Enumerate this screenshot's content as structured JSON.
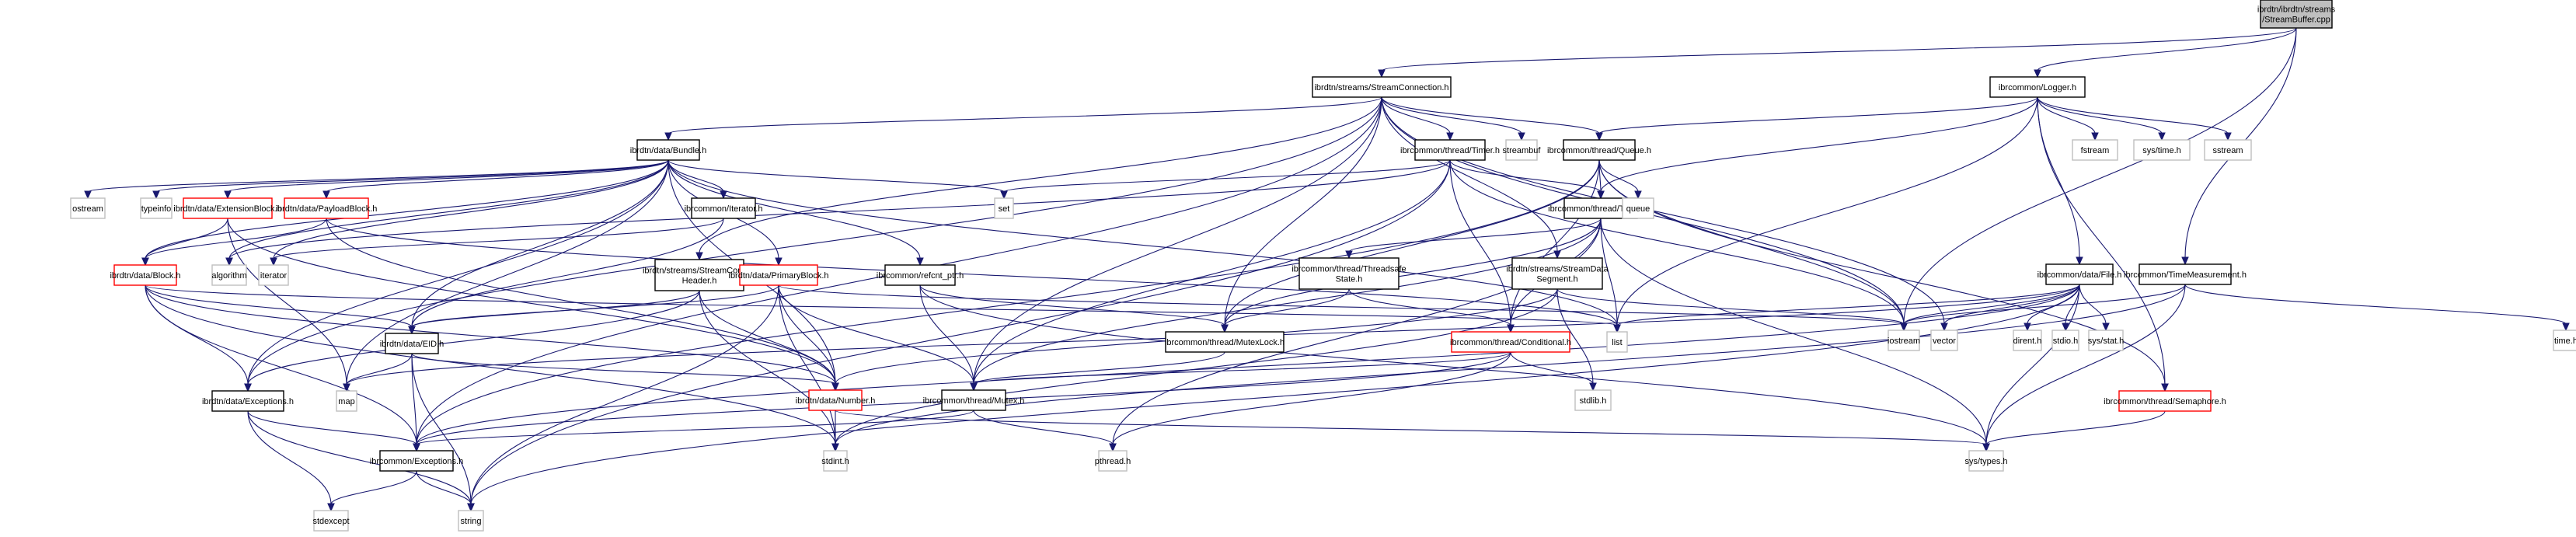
{
  "title": "Include dependency graph for StreamBuffer.cpp",
  "colors": {
    "edge": "#191970",
    "root_fill": "#bfbfbf",
    "documented_border": "#000000",
    "undocumented_border": "#ff0000",
    "external_border": "#bfbfbf"
  },
  "nodes": [
    {
      "id": "root",
      "kind": "root",
      "lines": [
        "ibrdtn/ibrdtn/streams",
        "/StreamBuffer.cpp"
      ]
    },
    {
      "id": "streamconnection",
      "kind": "doc",
      "lines": [
        "ibrdtn/streams/StreamConnection.h"
      ]
    },
    {
      "id": "logger",
      "kind": "doc",
      "lines": [
        "ibrcommon/Logger.h"
      ]
    },
    {
      "id": "bundle",
      "kind": "doc",
      "lines": [
        "ibrdtn/data/Bundle.h"
      ]
    },
    {
      "id": "timer",
      "kind": "doc",
      "lines": [
        "ibrcommon/thread/Timer.h"
      ]
    },
    {
      "id": "streambuf",
      "kind": "ext",
      "lines": [
        "streambuf"
      ]
    },
    {
      "id": "queue_h",
      "kind": "doc",
      "lines": [
        "ibrcommon/thread/Queue.h"
      ]
    },
    {
      "id": "fstream",
      "kind": "ext",
      "lines": [
        "fstream"
      ]
    },
    {
      "id": "systime",
      "kind": "ext",
      "lines": [
        "sys/time.h"
      ]
    },
    {
      "id": "sstream",
      "kind": "ext",
      "lines": [
        "sstream"
      ]
    },
    {
      "id": "ostream",
      "kind": "ext",
      "lines": [
        "ostream"
      ]
    },
    {
      "id": "typeinfo",
      "kind": "ext",
      "lines": [
        "typeinfo"
      ]
    },
    {
      "id": "extensionblock",
      "kind": "undoc",
      "lines": [
        "ibrdtn/data/ExtensionBlock.h"
      ]
    },
    {
      "id": "payloadblock",
      "kind": "undoc",
      "lines": [
        "ibrdtn/data/PayloadBlock.h"
      ]
    },
    {
      "id": "iterator_h",
      "kind": "doc",
      "lines": [
        "ibrcommon/Iterator.h"
      ]
    },
    {
      "id": "set",
      "kind": "ext",
      "lines": [
        "set"
      ]
    },
    {
      "id": "thread",
      "kind": "doc",
      "lines": [
        "ibrcommon/thread/Thread.h"
      ]
    },
    {
      "id": "queue",
      "kind": "ext",
      "lines": [
        "queue"
      ]
    },
    {
      "id": "block",
      "kind": "undoc",
      "lines": [
        "ibrdtn/data/Block.h"
      ]
    },
    {
      "id": "algorithm",
      "kind": "ext",
      "lines": [
        "algorithm"
      ]
    },
    {
      "id": "iterator",
      "kind": "ext",
      "lines": [
        "iterator"
      ]
    },
    {
      "id": "contactheader",
      "kind": "doc",
      "lines": [
        "ibrdtn/streams/StreamContact",
        "Header.h"
      ]
    },
    {
      "id": "primaryblock",
      "kind": "undoc",
      "lines": [
        "ibrdtn/data/PrimaryBlock.h"
      ]
    },
    {
      "id": "refcnt",
      "kind": "doc",
      "lines": [
        "ibrcommon/refcnt_ptr.h"
      ]
    },
    {
      "id": "threadsafe",
      "kind": "doc",
      "lines": [
        "ibrcommon/thread/Threadsafe",
        "State.h"
      ]
    },
    {
      "id": "datasegment",
      "kind": "doc",
      "lines": [
        "ibrdtn/streams/StreamData",
        "Segment.h"
      ]
    },
    {
      "id": "file",
      "kind": "doc",
      "lines": [
        "ibrcommon/data/File.h"
      ]
    },
    {
      "id": "timemeasurement",
      "kind": "doc",
      "lines": [
        "ibrcommon/TimeMeasurement.h"
      ]
    },
    {
      "id": "eid",
      "kind": "doc",
      "lines": [
        "ibrdtn/data/EID.h"
      ]
    },
    {
      "id": "mutexlock",
      "kind": "doc",
      "lines": [
        "ibrcommon/thread/MutexLock.h"
      ]
    },
    {
      "id": "conditional",
      "kind": "undoc",
      "lines": [
        "ibrcommon/thread/Conditional.h"
      ]
    },
    {
      "id": "list",
      "kind": "ext",
      "lines": [
        "list"
      ]
    },
    {
      "id": "iostream",
      "kind": "ext",
      "lines": [
        "iostream"
      ]
    },
    {
      "id": "vector",
      "kind": "ext",
      "lines": [
        "vector"
      ]
    },
    {
      "id": "dirent",
      "kind": "ext",
      "lines": [
        "dirent.h"
      ]
    },
    {
      "id": "stdio",
      "kind": "ext",
      "lines": [
        "stdio.h"
      ]
    },
    {
      "id": "sysstat",
      "kind": "ext",
      "lines": [
        "sys/stat.h"
      ]
    },
    {
      "id": "timeh",
      "kind": "ext",
      "lines": [
        "time.h"
      ]
    },
    {
      "id": "dexceptions",
      "kind": "doc",
      "lines": [
        "ibrdtn/data/Exceptions.h"
      ]
    },
    {
      "id": "map",
      "kind": "ext",
      "lines": [
        "map"
      ]
    },
    {
      "id": "number",
      "kind": "undoc",
      "lines": [
        "ibrdtn/data/Number.h"
      ]
    },
    {
      "id": "mutex",
      "kind": "doc",
      "lines": [
        "ibrcommon/thread/Mutex.h"
      ]
    },
    {
      "id": "stdlib",
      "kind": "ext",
      "lines": [
        "stdlib.h"
      ]
    },
    {
      "id": "semaphore",
      "kind": "undoc",
      "lines": [
        "ibrcommon/thread/Semaphore.h"
      ]
    },
    {
      "id": "cexceptions",
      "kind": "doc",
      "lines": [
        "ibrcommon/Exceptions.h"
      ]
    },
    {
      "id": "stdint",
      "kind": "ext",
      "lines": [
        "stdint.h"
      ]
    },
    {
      "id": "pthread",
      "kind": "ext",
      "lines": [
        "pthread.h"
      ]
    },
    {
      "id": "systypes",
      "kind": "ext",
      "lines": [
        "sys/types.h"
      ]
    },
    {
      "id": "stdexcept",
      "kind": "ext",
      "lines": [
        "stdexcept"
      ]
    },
    {
      "id": "string",
      "kind": "ext",
      "lines": [
        "string"
      ]
    }
  ],
  "edges": [
    [
      "root",
      "streamconnection"
    ],
    [
      "root",
      "logger"
    ],
    [
      "root",
      "iostream"
    ],
    [
      "root",
      "timemeasurement"
    ],
    [
      "streamconnection",
      "bundle"
    ],
    [
      "streamconnection",
      "timer"
    ],
    [
      "streamconnection",
      "streambuf"
    ],
    [
      "streamconnection",
      "queue_h"
    ],
    [
      "streamconnection",
      "contactheader"
    ],
    [
      "streamconnection",
      "datasegment"
    ],
    [
      "streamconnection",
      "mutexlock"
    ],
    [
      "streamconnection",
      "mutex"
    ],
    [
      "streamconnection",
      "dexceptions"
    ],
    [
      "streamconnection",
      "cexceptions"
    ],
    [
      "streamconnection",
      "iostream"
    ],
    [
      "streamconnection",
      "vector"
    ],
    [
      "logger",
      "fstream"
    ],
    [
      "logger",
      "systime"
    ],
    [
      "logger",
      "sstream"
    ],
    [
      "logger",
      "queue_h"
    ],
    [
      "logger",
      "thread"
    ],
    [
      "logger",
      "list"
    ],
    [
      "logger",
      "file"
    ],
    [
      "logger",
      "semaphore"
    ],
    [
      "bundle",
      "ostream"
    ],
    [
      "bundle",
      "typeinfo"
    ],
    [
      "bundle",
      "extensionblock"
    ],
    [
      "bundle",
      "payloadblock"
    ],
    [
      "bundle",
      "iterator_h"
    ],
    [
      "bundle",
      "set"
    ],
    [
      "bundle",
      "block"
    ],
    [
      "bundle",
      "primaryblock"
    ],
    [
      "bundle",
      "refcnt"
    ],
    [
      "bundle",
      "eid"
    ],
    [
      "bundle",
      "map"
    ],
    [
      "bundle",
      "number"
    ],
    [
      "bundle",
      "list"
    ],
    [
      "bundle",
      "algorithm"
    ],
    [
      "bundle",
      "iterator"
    ],
    [
      "bundle",
      "dexceptions"
    ],
    [
      "timer",
      "set"
    ],
    [
      "timer",
      "thread"
    ],
    [
      "timer",
      "conditional"
    ],
    [
      "timer",
      "mutex"
    ],
    [
      "timer",
      "string"
    ],
    [
      "timer",
      "iostream"
    ],
    [
      "timer",
      "algorithm"
    ],
    [
      "queue_h",
      "thread"
    ],
    [
      "queue_h",
      "queue"
    ],
    [
      "queue_h",
      "conditional"
    ],
    [
      "queue_h",
      "mutexlock"
    ],
    [
      "queue_h",
      "iostream"
    ],
    [
      "queue_h",
      "cexceptions"
    ],
    [
      "queue_h",
      "semaphore"
    ],
    [
      "extensionblock",
      "block"
    ],
    [
      "extensionblock",
      "number"
    ],
    [
      "extensionblock",
      "map"
    ],
    [
      "payloadblock",
      "block"
    ],
    [
      "payloadblock",
      "number"
    ],
    [
      "payloadblock",
      "list"
    ],
    [
      "iterator_h",
      "iterator"
    ],
    [
      "iterator_h",
      "eid"
    ],
    [
      "thread",
      "threadsafe"
    ],
    [
      "thread",
      "conditional"
    ],
    [
      "thread",
      "mutex"
    ],
    [
      "thread",
      "list"
    ],
    [
      "thread",
      "systypes"
    ],
    [
      "thread",
      "pthread"
    ],
    [
      "thread",
      "mutexlock"
    ],
    [
      "block",
      "eid"
    ],
    [
      "block",
      "number"
    ],
    [
      "block",
      "dexceptions"
    ],
    [
      "block",
      "cexceptions"
    ],
    [
      "block",
      "list"
    ],
    [
      "block",
      "stdint"
    ],
    [
      "contactheader",
      "eid"
    ],
    [
      "contactheader",
      "number"
    ],
    [
      "contactheader",
      "dexceptions"
    ],
    [
      "contactheader",
      "stdint"
    ],
    [
      "primaryblock",
      "eid"
    ],
    [
      "primaryblock",
      "number"
    ],
    [
      "primaryblock",
      "stdint"
    ],
    [
      "primaryblock",
      "string"
    ],
    [
      "primaryblock",
      "mutex"
    ],
    [
      "primaryblock",
      "iostream"
    ],
    [
      "refcnt",
      "mutexlock"
    ],
    [
      "refcnt",
      "mutex"
    ],
    [
      "refcnt",
      "systypes"
    ],
    [
      "threadsafe",
      "mutexlock"
    ],
    [
      "threadsafe",
      "conditional"
    ],
    [
      "datasegment",
      "number"
    ],
    [
      "datasegment",
      "stdlib"
    ],
    [
      "datasegment",
      "stdint"
    ],
    [
      "datasegment",
      "iostream"
    ],
    [
      "file",
      "list"
    ],
    [
      "file",
      "iostream"
    ],
    [
      "file",
      "vector"
    ],
    [
      "file",
      "dirent"
    ],
    [
      "file",
      "stdio"
    ],
    [
      "file",
      "sysstat"
    ],
    [
      "file",
      "systypes"
    ],
    [
      "file",
      "map"
    ],
    [
      "file",
      "cexceptions"
    ],
    [
      "file",
      "string"
    ],
    [
      "timemeasurement",
      "iostream"
    ],
    [
      "timemeasurement",
      "timeh"
    ],
    [
      "timemeasurement",
      "systypes"
    ],
    [
      "timemeasurement",
      "stdint"
    ],
    [
      "eid",
      "map"
    ],
    [
      "eid",
      "number"
    ],
    [
      "eid",
      "cexceptions"
    ],
    [
      "eid",
      "string"
    ],
    [
      "mutexlock",
      "mutex"
    ],
    [
      "conditional",
      "mutex"
    ],
    [
      "conditional",
      "stdlib"
    ],
    [
      "conditional",
      "pthread"
    ],
    [
      "conditional",
      "cexceptions"
    ],
    [
      "dexceptions",
      "cexceptions"
    ],
    [
      "dexceptions",
      "stdexcept"
    ],
    [
      "dexceptions",
      "string"
    ],
    [
      "number",
      "stdint"
    ],
    [
      "number",
      "systypes"
    ],
    [
      "mutex",
      "pthread"
    ],
    [
      "mutex",
      "cexceptions"
    ],
    [
      "semaphore",
      "systypes"
    ],
    [
      "cexceptions",
      "stdexcept"
    ],
    [
      "cexceptions",
      "string"
    ]
  ]
}
